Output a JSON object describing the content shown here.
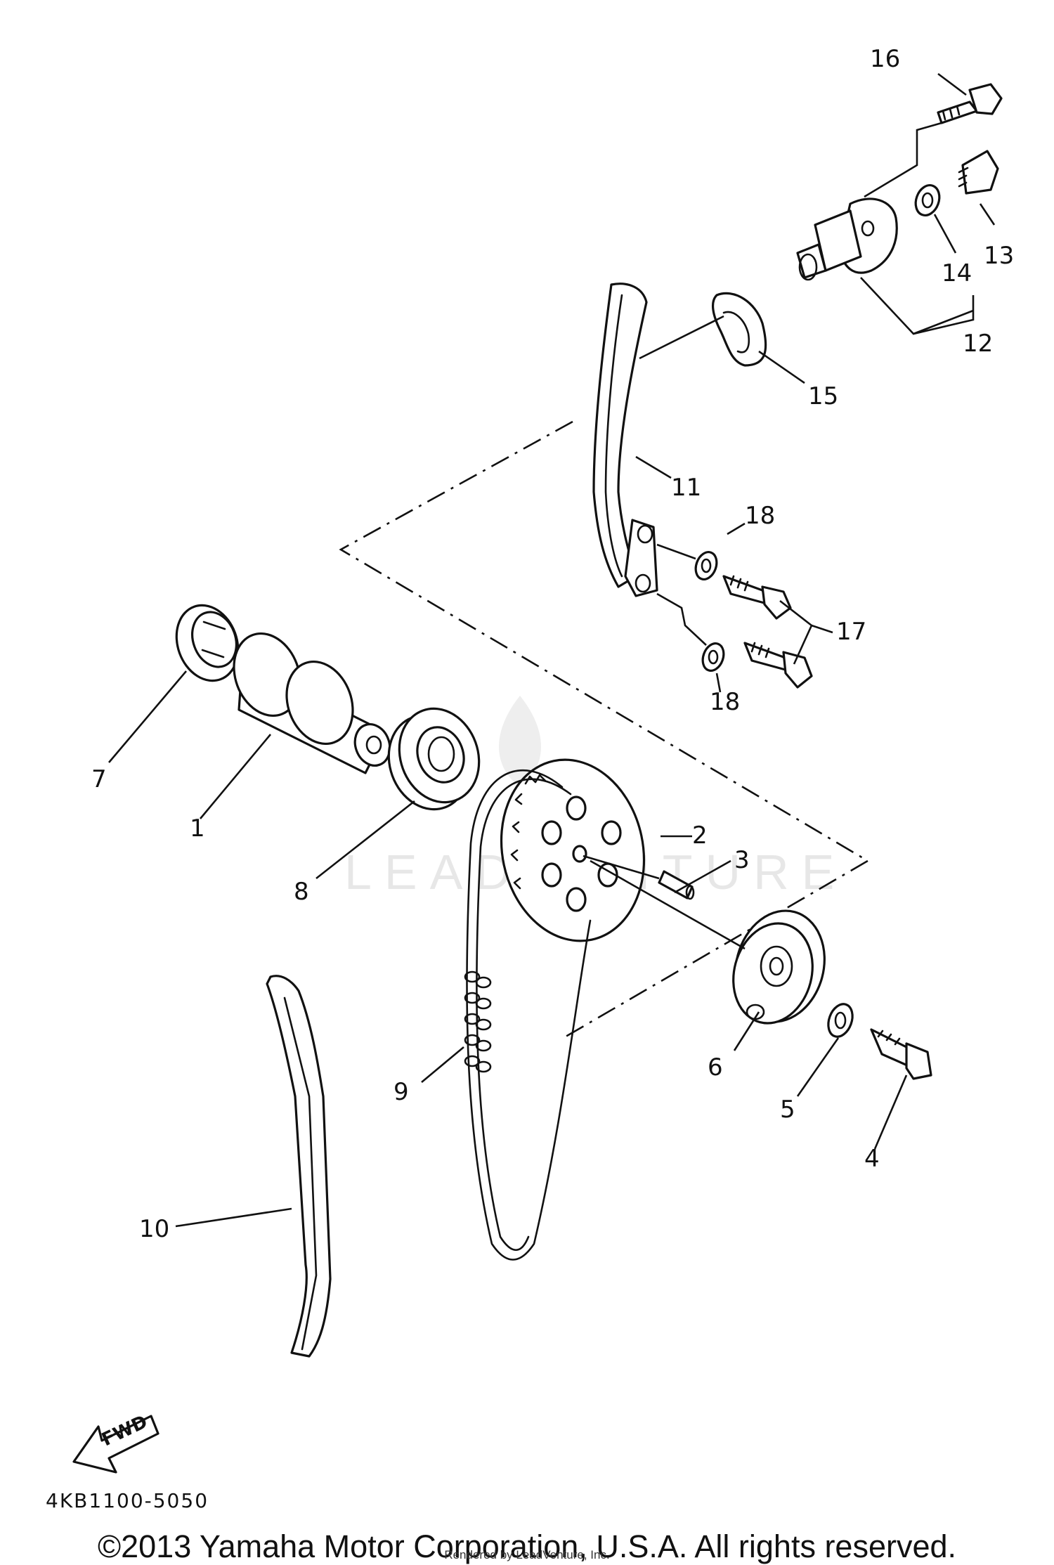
{
  "diagram": {
    "callouts": {
      "c1": "1",
      "c2": "2",
      "c3": "3",
      "c4": "4",
      "c5": "5",
      "c6": "6",
      "c7": "7",
      "c8": "8",
      "c9": "9",
      "c10": "10",
      "c11": "11",
      "c12": "12",
      "c13": "13",
      "c14": "14",
      "c15": "15",
      "c16": "16",
      "c17": "17",
      "c18a": "18",
      "c18b": "18"
    },
    "fwd_label": "FWD",
    "drawing_code": "4KB1100-5050",
    "watermark": "LEADVENTURE"
  },
  "footer": {
    "copyright": "©2013 Yamaha Motor Corporation, U.S.A. All rights reserved.",
    "rendered_by": "Rendered by LeadVenture, Inc."
  }
}
